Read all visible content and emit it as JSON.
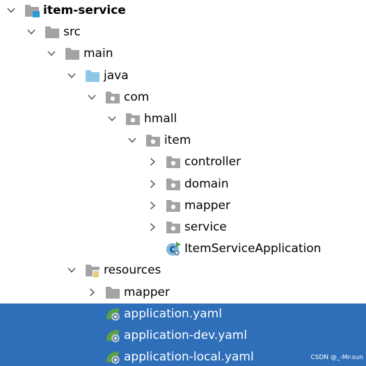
{
  "colors": {
    "folder": "#a3a3a3",
    "source_folder": "#8cc7e8",
    "module_badge": "#2a99d6",
    "spring_leaf": "#5aa047",
    "selection": "#2f6fb9",
    "text": "#000000",
    "selected_text": "#ffffff"
  },
  "tree": [
    {
      "label": "item-service",
      "depth": 0,
      "expander": "expanded",
      "icon": "module-folder-icon",
      "bold": true,
      "selected": false
    },
    {
      "label": "src",
      "depth": 1,
      "expander": "expanded",
      "icon": "folder-icon",
      "bold": false,
      "selected": false
    },
    {
      "label": "main",
      "depth": 2,
      "expander": "expanded",
      "icon": "folder-icon",
      "bold": false,
      "selected": false
    },
    {
      "label": "java",
      "depth": 3,
      "expander": "expanded",
      "icon": "source-root-folder-icon",
      "bold": false,
      "selected": false
    },
    {
      "label": "com",
      "depth": 4,
      "expander": "expanded",
      "icon": "package-icon",
      "bold": false,
      "selected": false
    },
    {
      "label": "hmall",
      "depth": 5,
      "expander": "expanded",
      "icon": "package-icon",
      "bold": false,
      "selected": false
    },
    {
      "label": "item",
      "depth": 6,
      "expander": "expanded",
      "icon": "package-icon",
      "bold": false,
      "selected": false
    },
    {
      "label": "controller",
      "depth": 7,
      "expander": "collapsed",
      "icon": "package-icon",
      "bold": false,
      "selected": false
    },
    {
      "label": "domain",
      "depth": 7,
      "expander": "collapsed",
      "icon": "package-icon",
      "bold": false,
      "selected": false
    },
    {
      "label": "mapper",
      "depth": 7,
      "expander": "collapsed",
      "icon": "package-icon",
      "bold": false,
      "selected": false
    },
    {
      "label": "service",
      "depth": 7,
      "expander": "collapsed",
      "icon": "package-icon",
      "bold": false,
      "selected": false
    },
    {
      "label": "ItemServiceApplication",
      "depth": 7,
      "expander": "none",
      "icon": "spring-boot-class-icon",
      "bold": false,
      "selected": false
    },
    {
      "label": "resources",
      "depth": 3,
      "expander": "expanded",
      "icon": "resources-folder-icon",
      "bold": false,
      "selected": false
    },
    {
      "label": "mapper",
      "depth": 4,
      "expander": "collapsed",
      "icon": "folder-icon",
      "bold": false,
      "selected": false
    },
    {
      "label": "application.yaml",
      "depth": 4,
      "expander": "none",
      "icon": "spring-config-icon",
      "bold": false,
      "selected": true
    },
    {
      "label": "application-dev.yaml",
      "depth": 4,
      "expander": "none",
      "icon": "spring-config-icon",
      "bold": false,
      "selected": true
    },
    {
      "label": "application-local.yaml",
      "depth": 4,
      "expander": "none",
      "icon": "spring-config-icon",
      "bold": false,
      "selected": true
    }
  ],
  "watermark": "CSDN @_-Mr-sun"
}
